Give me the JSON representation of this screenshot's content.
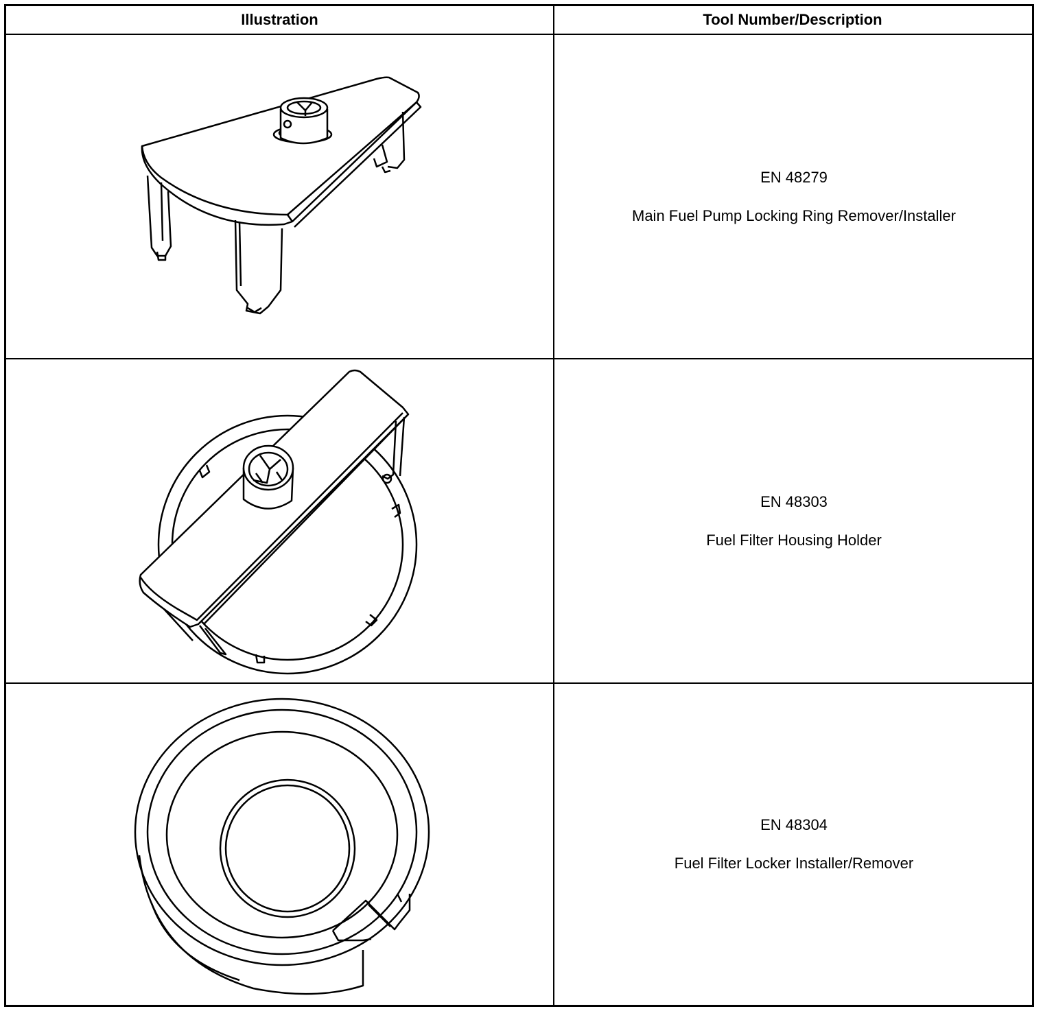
{
  "table": {
    "headers": {
      "illustration": "Illustration",
      "tool": "Tool Number/Description"
    },
    "rows": [
      {
        "tool_number": "EN 48279",
        "description": "Main Fuel Pump Locking Ring Remover/Installer"
      },
      {
        "tool_number": "EN 48303",
        "description": "Fuel Filter Housing Holder"
      },
      {
        "tool_number": "EN 48304",
        "description": "Fuel Filter Locker Installer/Remover"
      }
    ]
  }
}
